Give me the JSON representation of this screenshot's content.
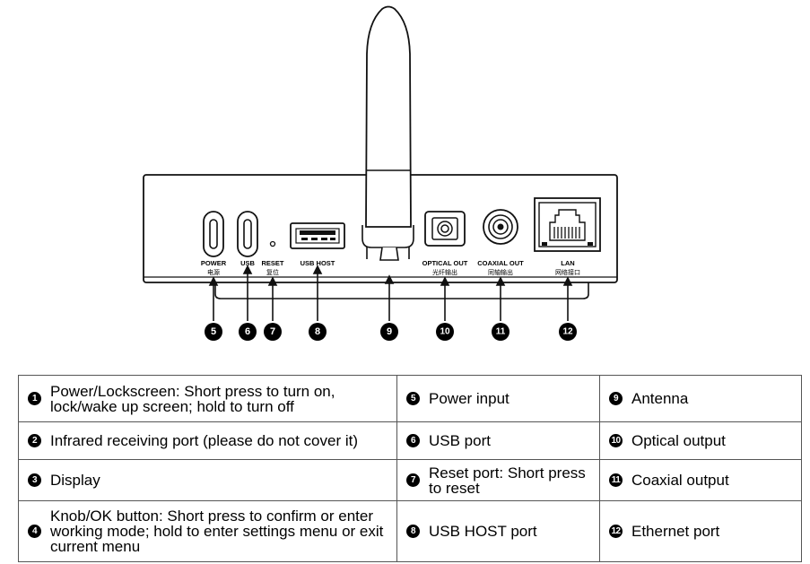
{
  "port_labels": {
    "power": "POWER",
    "power_zh": "电源",
    "usb": "USB",
    "reset": "RESET",
    "reset_zh": "复位",
    "usb_host": "USB HOST",
    "optical": "OPTICAL OUT",
    "optical_zh": "光纤输出",
    "coaxial": "COAXIAL OUT",
    "coaxial_zh": "同轴输出",
    "lan": "LAN",
    "lan_zh": "网络接口"
  },
  "callouts": [
    "5",
    "6",
    "7",
    "8",
    "9",
    "10",
    "11",
    "12"
  ],
  "legend": [
    [
      {
        "num": "1",
        "text": "Power/Lockscreen: Short press to turn on, lock/wake up screen; hold to turn off"
      },
      {
        "num": "5",
        "text": "Power input"
      },
      {
        "num": "9",
        "text": "Antenna"
      }
    ],
    [
      {
        "num": "2",
        "text": "Infrared receiving port (please do not cover it)"
      },
      {
        "num": "6",
        "text": "USB port"
      },
      {
        "num": "10",
        "text": "Optical output"
      }
    ],
    [
      {
        "num": "3",
        "text": "Display"
      },
      {
        "num": "7",
        "text": "Reset port: Short press to reset"
      },
      {
        "num": "11",
        "text": "Coaxial output"
      }
    ],
    [
      {
        "num": "4",
        "text": "Knob/OK button: Short press to confirm or enter working mode; hold to enter settings menu or exit current menu"
      },
      {
        "num": "8",
        "text": "USB HOST port"
      },
      {
        "num": "12",
        "text": "Ethernet port"
      }
    ]
  ]
}
